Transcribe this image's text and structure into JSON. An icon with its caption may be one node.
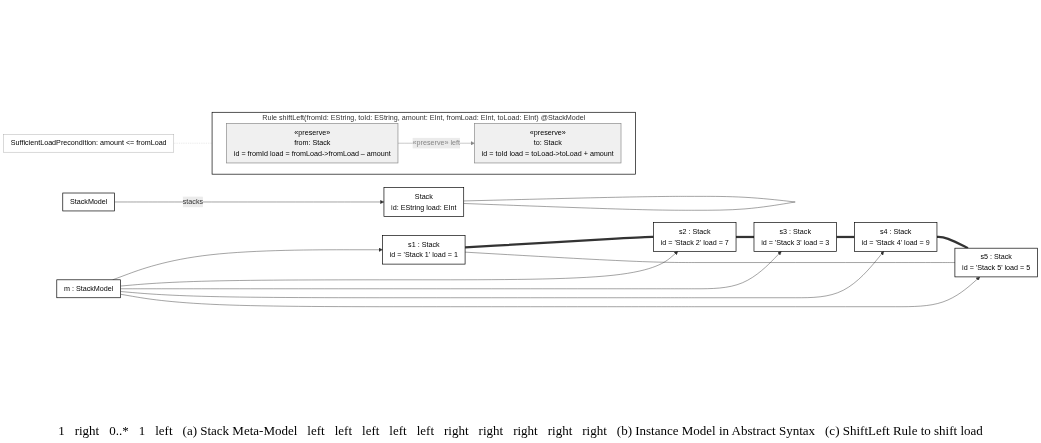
{
  "diagram": {
    "nodes": [
      {
        "text": [
          "StackModel"
        ]
      },
      {
        "text": [
          "Stack",
          "id: EString load: EInt"
        ]
      },
      {
        "text": [
          "s1 : Stack",
          "id = 'Stack 1' load = 1"
        ]
      },
      {
        "text": [
          "s2 : Stack",
          "id = 'Stack 2' load = 7"
        ]
      },
      {
        "text": [
          "s3 : Stack",
          "id = 'Stack 3' load = 3"
        ]
      },
      {
        "text": [
          "s4 : Stack",
          "id = 'Stack 4' load = 9"
        ]
      },
      {
        "text": [
          "s5 : Stack",
          "id = 'Stack 5' load = 5"
        ]
      },
      {
        "text": [
          "m : StackModel"
        ]
      },
      {
        "text": [
          "Rule shiftLeft(fromId: EString, toId: EString, amount: EInt, fromLoad: EInt, toLoad: EInt) @StackModel"
        ]
      },
      {
        "text": [
          "«preserve»",
          "from: Stack",
          "id = fromId load = fromLoad->fromLoad – amount"
        ],
        "in": 8
      },
      {
        "text": [
          "«preserve»",
          "to: Stack",
          "id = toId load = toLoad->toLoad + amount"
        ],
        "in": 8
      },
      {
        "text": [
          "SufficientLoadPrecondition: amount <= fromLoad"
        ]
      }
    ],
    "edges": [
      {
        "from": 0,
        "to": 1,
        "arrow": "to",
        "label": "stacks"
      },
      {
        "from": 1,
        "to": 1,
        "arrow": "none"
      },
      {
        "from": 2,
        "to": 3,
        "arrow": "none",
        "style": "thick"
      },
      {
        "from": 3,
        "to": 4,
        "arrow": "none",
        "style": "thick"
      },
      {
        "from": 4,
        "to": 5,
        "arrow": "none",
        "style": "thick"
      },
      {
        "from": 5,
        "to": 6,
        "arrow": "none",
        "style": "thick"
      },
      {
        "from": 6,
        "to": 2,
        "arrow": "none"
      },
      {
        "from": 7,
        "to": 2,
        "arrow": "to"
      },
      {
        "from": 7,
        "to": 3,
        "arrow": "to"
      },
      {
        "from": 7,
        "to": 4,
        "arrow": "to"
      },
      {
        "from": 7,
        "to": 5,
        "arrow": "to"
      },
      {
        "from": 7,
        "to": 6,
        "arrow": "to"
      },
      {
        "from": 9,
        "to": 10,
        "arrow": "to",
        "label": "«preserve» left",
        "color": "#888888"
      },
      {
        "from": 11,
        "to": 8,
        "arrow": "none",
        "style": "dashed",
        "color": "#c8c8c8"
      }
    ],
    "labels": [
      "1",
      "right",
      "0..*",
      "1",
      "left",
      "(a) Stack Meta-Model",
      "left",
      "left",
      "left",
      "left",
      "left",
      "right",
      "right",
      "right",
      "right",
      "right",
      "(b) Instance Model in Abstract Syntax",
      "(c) ShiftLeft Rule to shift load"
    ]
  }
}
